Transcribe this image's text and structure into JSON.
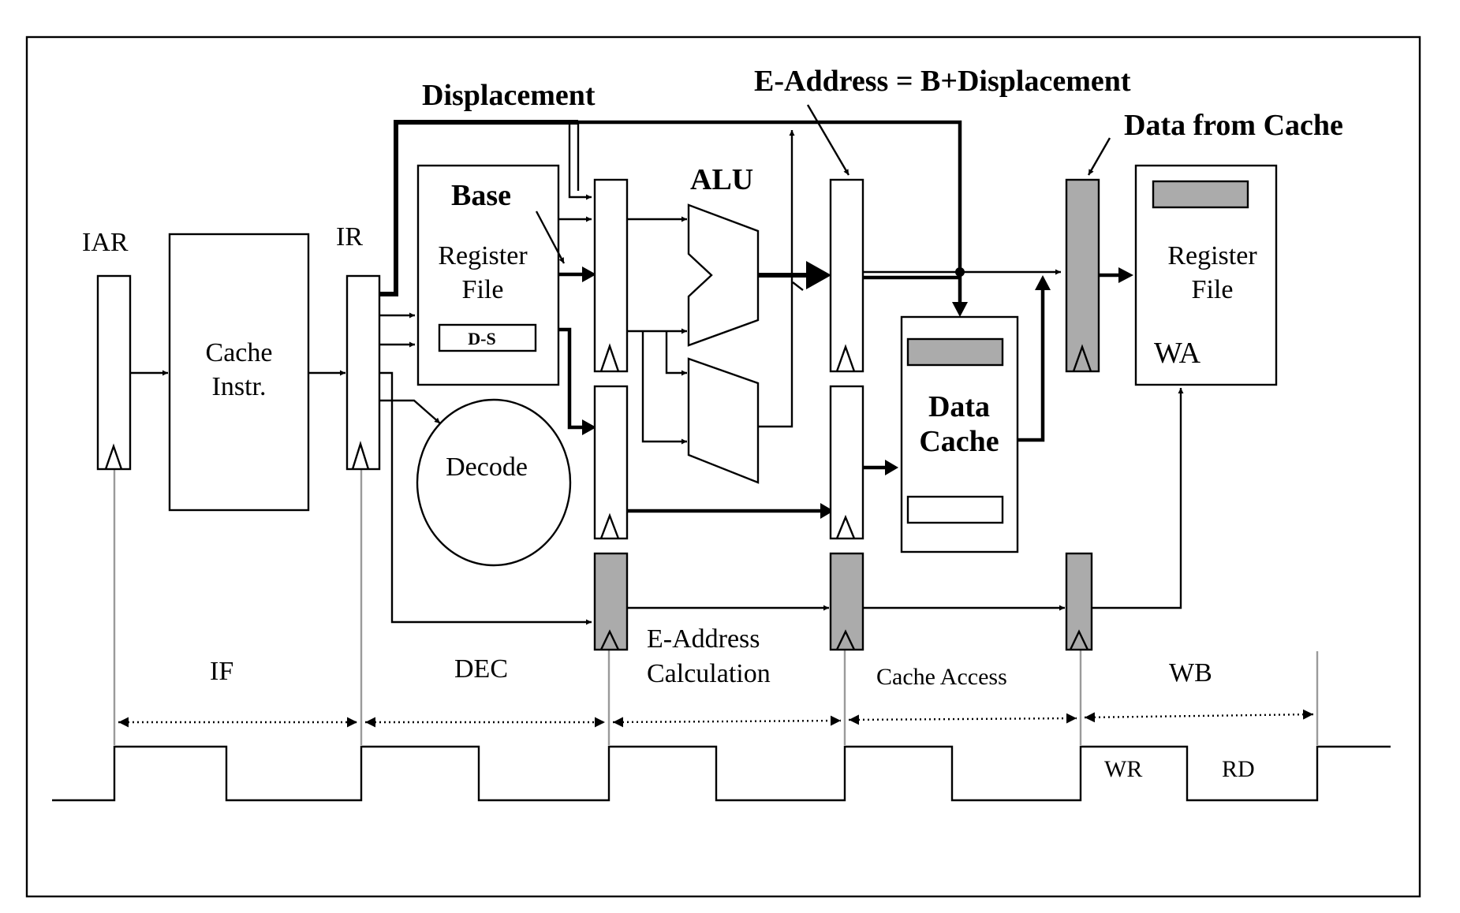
{
  "diagram": {
    "labels": {
      "iar": "IAR",
      "ir": "IR",
      "cache_instr_line1": "Cache",
      "cache_instr_line2": "Instr.",
      "base": "Base",
      "regfile_line1": "Register",
      "regfile_line2": "File",
      "ds": "D-S",
      "decode": "Decode",
      "alu": "ALU",
      "displacement": "Displacement",
      "e_address_eq": "E-Address = B+Displacement",
      "data_from_cache": "Data from Cache",
      "data_cache_line1": "Data",
      "data_cache_line2": "Cache",
      "wb_regfile_line1": "Register",
      "wb_regfile_line2": "File",
      "wa": "WA"
    },
    "stages": {
      "if": "IF",
      "dec": "DEC",
      "eaddr_line1": "E-Address",
      "eaddr_line2": "Calculation",
      "cache_access": "Cache Access",
      "wb": "WB",
      "wr": "WR",
      "rd": "RD"
    }
  }
}
